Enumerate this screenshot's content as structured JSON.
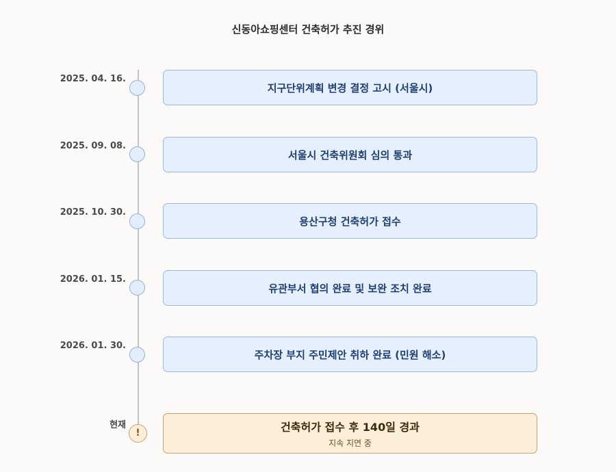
{
  "title": "신동아쇼핑센터 건축허가 추진 경위",
  "events": [
    {
      "date": "2025. 04. 16.",
      "text": "지구단위계획 변경 결정 고시 (서울시)"
    },
    {
      "date": "2025. 09. 08.",
      "text": "서울시 건축위원회 심의 통과"
    },
    {
      "date": "2025. 10. 30.",
      "text": "용산구청 건축허가 접수"
    },
    {
      "date": "2026. 01. 15.",
      "text": "유관부서 협의 완료 및 보완 조치 완료"
    },
    {
      "date": "2026. 01. 30.",
      "text": "주차장 부지 주민제안 취하 완료 (민원 해소)"
    }
  ],
  "current": {
    "label": "현재",
    "icon": "!",
    "main": "건축허가 접수 후 140일 경과",
    "sub": "지속 지연 중"
  },
  "colors": {
    "box_bg": "#e6f0fc",
    "box_border": "#9bb8de",
    "box_text": "#1f3f73",
    "warn_bg": "#fcefd9",
    "warn_border": "#c9a36a",
    "timeline": "#c4c4c4"
  }
}
